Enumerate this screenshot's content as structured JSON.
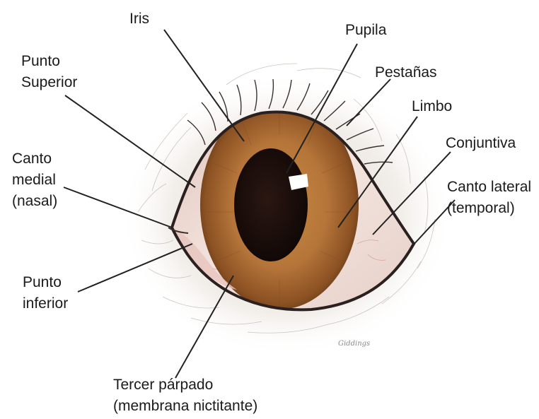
{
  "labels": {
    "iris": "Iris",
    "pupila": "Pupila",
    "punto_superior": [
      "Punto",
      "Superior"
    ],
    "pestanas": "Pestañas",
    "limbo": "Limbo",
    "conjuntiva": "Conjuntiva",
    "canto_medial": [
      "Canto",
      "medial",
      "(nasal)"
    ],
    "canto_lateral": [
      "Canto lateral",
      "(temporal)"
    ],
    "punto_inferior": [
      "Punto",
      "inferior"
    ],
    "tercer_parpado": [
      "Tercer párpado",
      "(membrana nictitante)"
    ]
  },
  "signature": "Giddings",
  "colors": {
    "iris": "#a8682a",
    "pupil": "#1a0d0b",
    "sclera": "#efdcd6",
    "lid": "#2a2020",
    "leader": "#222222"
  }
}
